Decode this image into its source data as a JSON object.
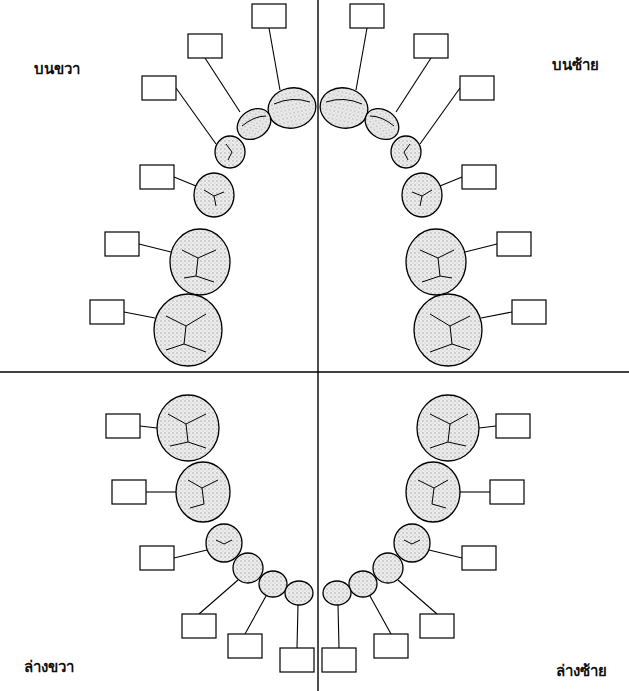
{
  "diagram": {
    "labels": [
      "บนขวา",
      "บนซ้าย",
      "ล่างขวา",
      "ล่างซ้าย"
    ]
  }
}
